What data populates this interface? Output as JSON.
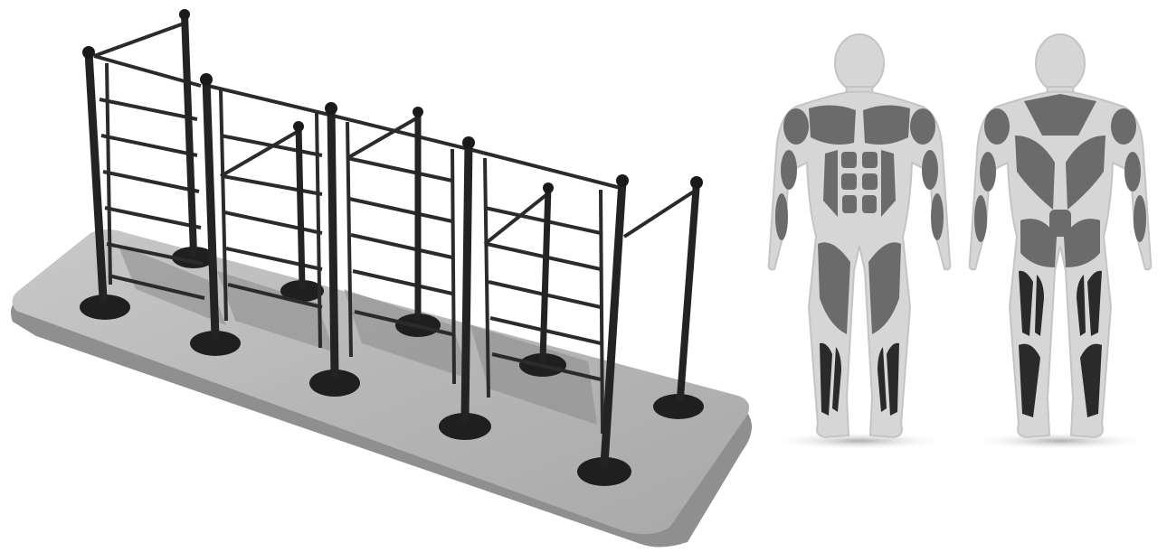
{
  "image": {
    "subjects": [
      "outdoor-exercise-equipment",
      "muscle-anatomy-front",
      "muscle-anatomy-back"
    ]
  },
  "colors": {
    "background": "#ffffff",
    "base_slab": "#b9b9b9",
    "base_slab_edge": "#8f8f8f",
    "metal": "#2b2b2b",
    "body_outline": "#d9d9d9",
    "body_fill": "#bdbdbd",
    "muscle": "#6a6a6a",
    "muscle_dark": "#2e2e2e"
  }
}
